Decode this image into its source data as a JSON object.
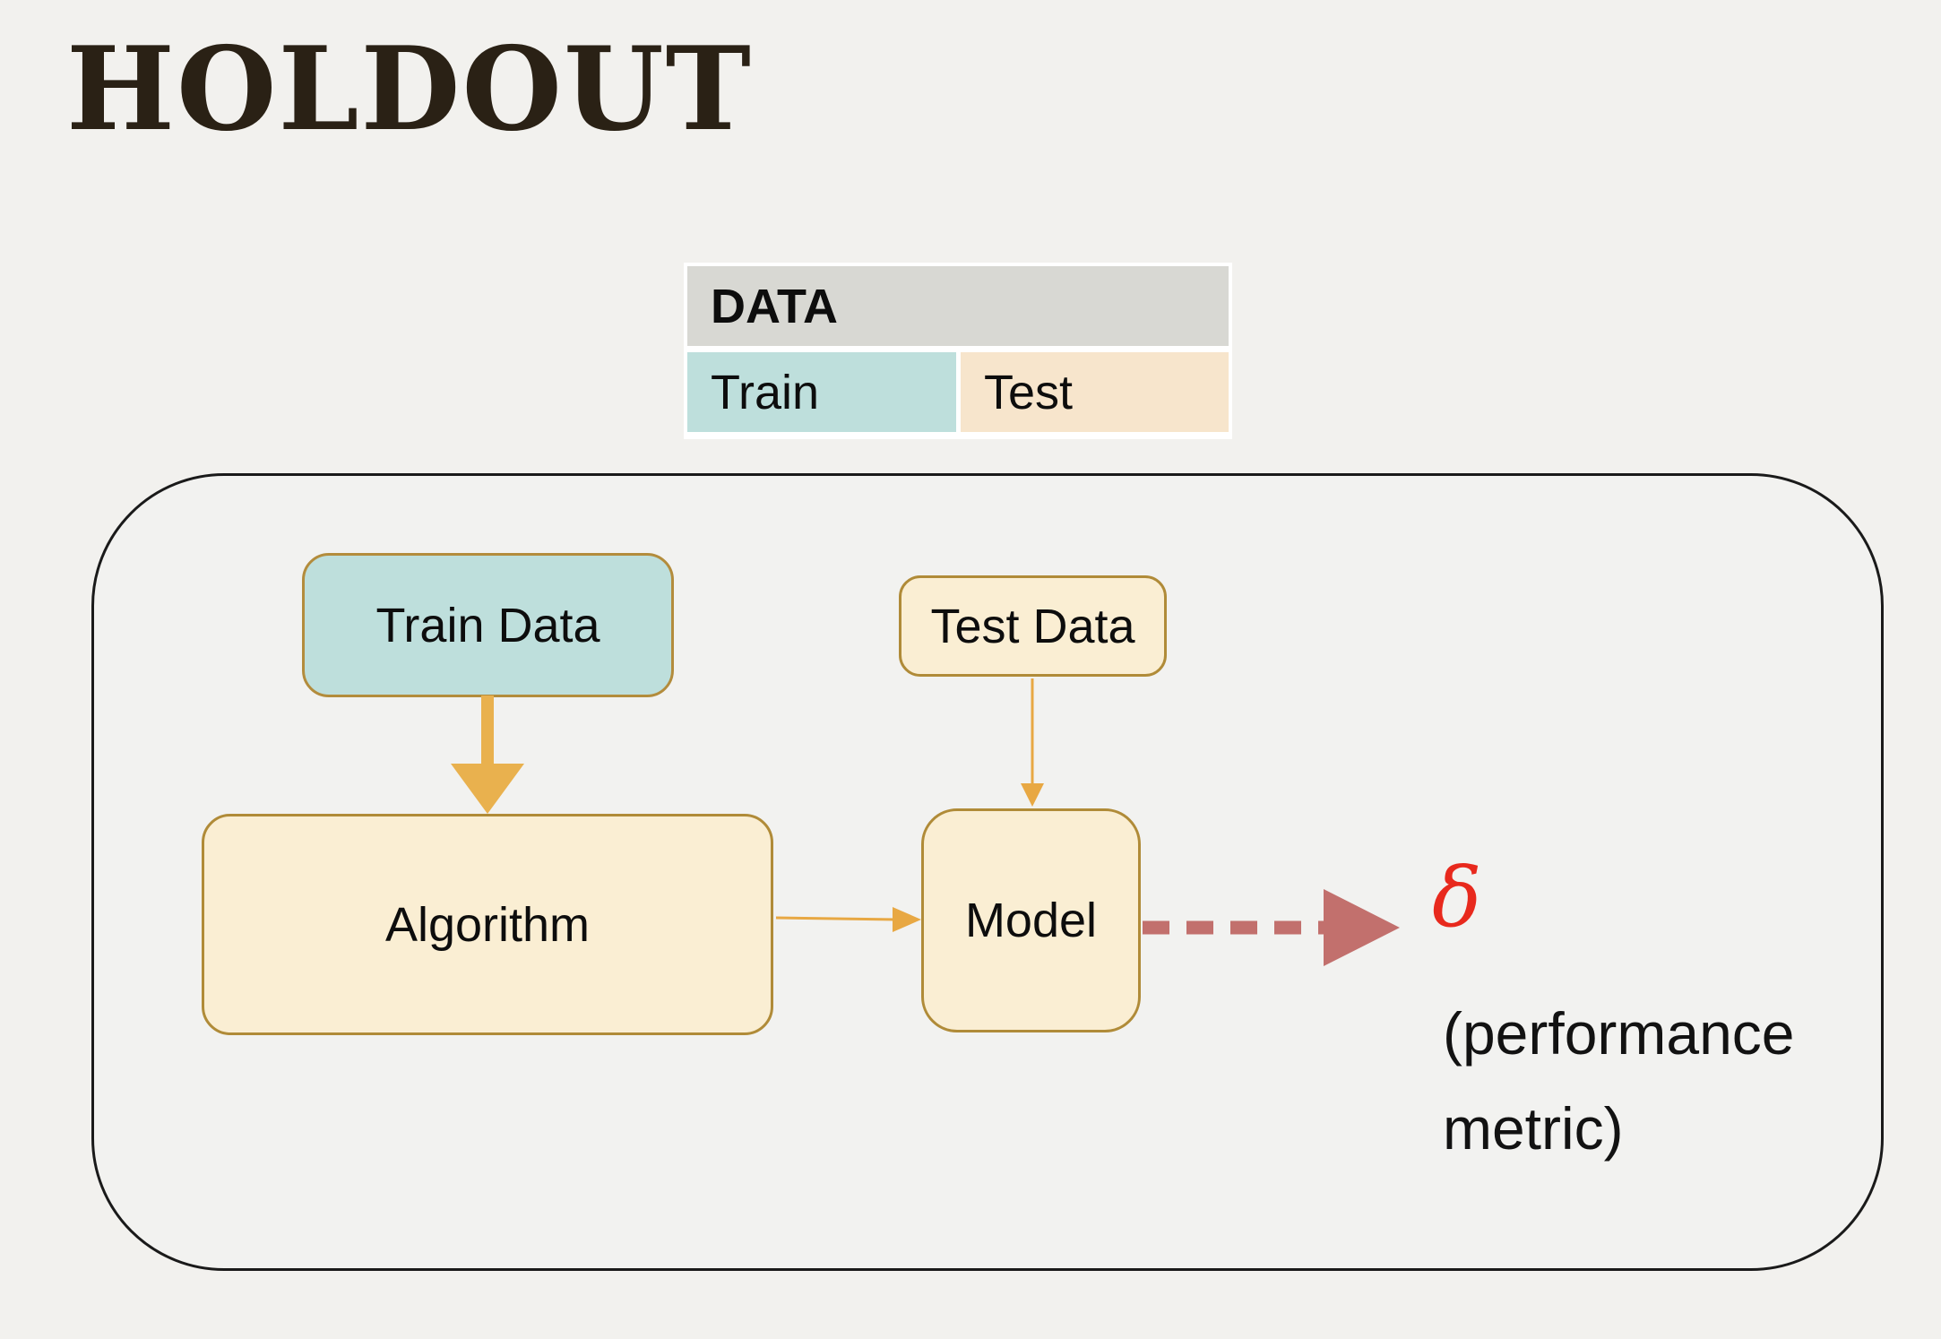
{
  "title": "HOLDOUT",
  "data_table": {
    "header": "DATA",
    "cells": [
      {
        "label": "Train"
      },
      {
        "label": "Test"
      }
    ]
  },
  "diagram": {
    "train_data_label": "Train Data",
    "test_data_label": "Test Data",
    "algorithm_label": "Algorithm",
    "model_label": "Model",
    "output": {
      "delta_symbol": "δ",
      "metric_line1": "(performance",
      "metric_line2": "metric)"
    },
    "arrows": [
      {
        "name": "train-data-to-algorithm",
        "style": "thick-solid",
        "color": "#e9b14e"
      },
      {
        "name": "test-data-to-model",
        "style": "thin-solid",
        "color": "#e8a843"
      },
      {
        "name": "algorithm-to-model",
        "style": "thin-solid",
        "color": "#e8a843"
      },
      {
        "name": "model-to-delta",
        "style": "thick-dashed",
        "color": "#c2706d"
      }
    ]
  },
  "colors": {
    "background": "#f2f1ee",
    "title_text": "#2a2115",
    "table_header_fill": "#d8d8d3",
    "train_fill": "#bedfdc",
    "test_fill": "#f7e5cc",
    "node_fill": "#faeed3",
    "node_border": "#b08b38",
    "outer_border": "#1a1a1a",
    "gold_arrow": "#e9b14e",
    "thin_gold_arrow": "#e8a843",
    "rose_arrow": "#c2706d",
    "delta_red": "#e8291d"
  }
}
